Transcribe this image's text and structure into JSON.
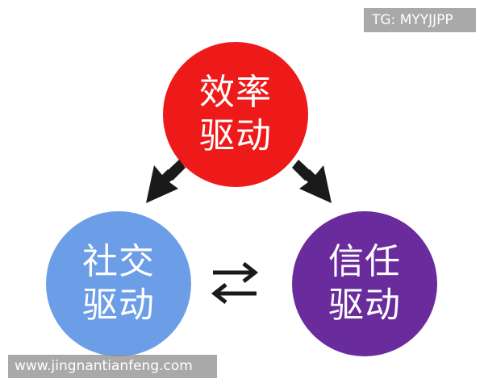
{
  "watermark_top": "TG: MYYJJPP",
  "watermark_bottom": "www.jingnantianfeng.com",
  "nodes": {
    "efficiency": {
      "line1": "效率",
      "line2": "驱动",
      "color": "#ee1a1a"
    },
    "social": {
      "line1": "社交",
      "line2": "驱动",
      "color": "#6b9ee6"
    },
    "trust": {
      "line1": "信任",
      "line2": "驱动",
      "color": "#6a2c9c"
    }
  },
  "arrow_color": "#1a1a1a",
  "arrow_icons": [
    "arrow-down-left-icon",
    "arrow-down-right-icon",
    "bidirectional-arrows-icon"
  ]
}
